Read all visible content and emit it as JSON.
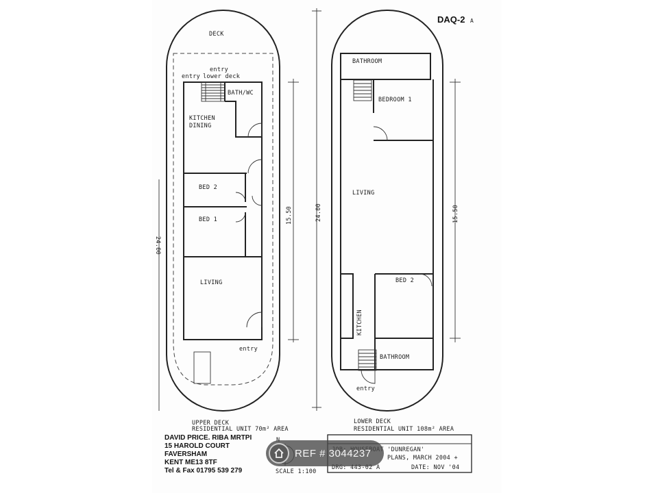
{
  "drawing_number": "DAQ-2",
  "drawing_revision": "A",
  "upper": {
    "deck_label": "DECK",
    "entry_label": "entry",
    "entry_lower_label": "entry\nlower deck",
    "rooms": {
      "bath": "BATH/WC",
      "kitchen": "KITCHEN\nDINING",
      "bed2": "BED 2",
      "bed1": "BED 1",
      "living": "LIVING"
    },
    "entry_bottom": "entry",
    "dim_side": "15.50",
    "dim_left": "24.00",
    "caption_line1": "UPPER DECK",
    "caption_line2": "RESIDENTIAL UNIT 70m² AREA"
  },
  "overall_dim": "24.00",
  "lower": {
    "rooms": {
      "bathroom_top": "BATHROOM",
      "bedroom1": "BEDROOM 1",
      "living": "LIVING",
      "bed2": "BED 2",
      "kitchen": "KITCHEN",
      "bathroom_bottom": "BATHROOM"
    },
    "entry": "entry",
    "dim_side": "15.50",
    "caption_line1": "LOWER DECK",
    "caption_line2": "RESIDENTIAL UNIT 108m² AREA"
  },
  "architect": {
    "name": "DAVID PRICE. RIBA MRTPI",
    "address1": "15 HAROLD COURT",
    "address2": "FAVERSHAM",
    "address3": "KENT ME13 8TF",
    "phone": "Tel & Fax 01795 539 279"
  },
  "north_label": "N",
  "scale": "SCALE 1:100",
  "job": {
    "job_line": "JOB: HOUSEBOAT 'DUNREGAN'",
    "plans_line": "PLANS, MARCH 2004 +",
    "drg_line": "DRG: 443-02 A",
    "date_line": "DATE: NOV '04"
  },
  "ref_badge": "REF # 3044237"
}
